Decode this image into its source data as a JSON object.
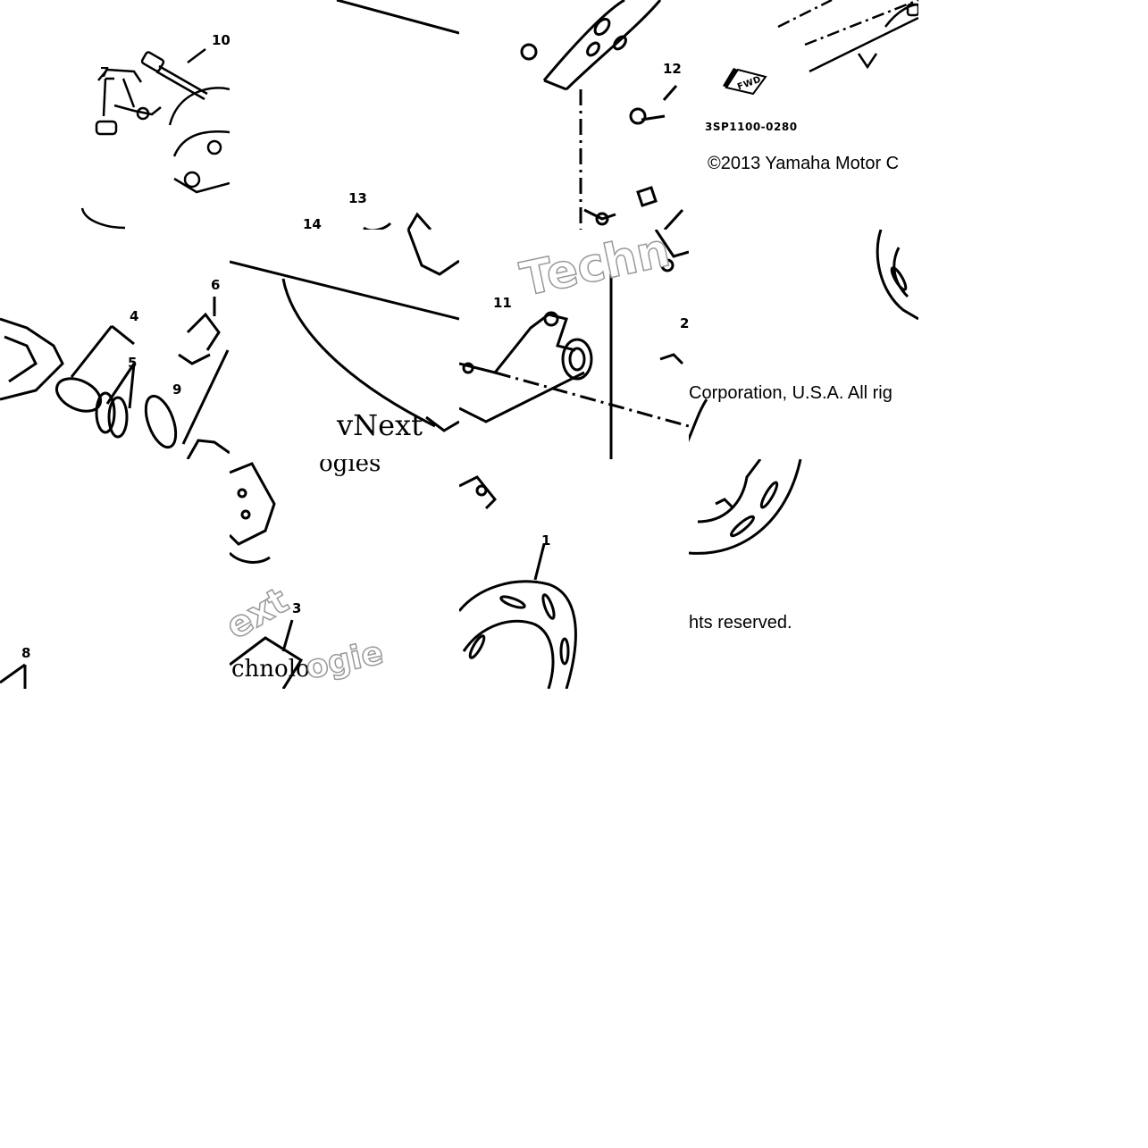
{
  "diagram": {
    "part_labels": {
      "p10": "10",
      "p7": "7",
      "p12": "12",
      "p13": "13",
      "p14": "14",
      "p4": "4",
      "p5": "5",
      "p6": "6",
      "p9": "9",
      "p11": "11",
      "p2": "2",
      "p1": "1",
      "p3": "3",
      "p8": "8"
    },
    "drawing_code": "3SP1100-0280",
    "fwd_badge": "FWD",
    "copyright_part1": "©2013 Yamaha Motor C",
    "copyright_part2": "Corporation, U.S.A. All rig",
    "copyright_part3": "hts reserved.",
    "watermark_part1": "vNext",
    "watermark_part2": "ogies",
    "watermark_part3": "Techn",
    "watermark_part4": "ext",
    "watermark_part5": "chnolo",
    "watermark_part6": "ogie"
  }
}
